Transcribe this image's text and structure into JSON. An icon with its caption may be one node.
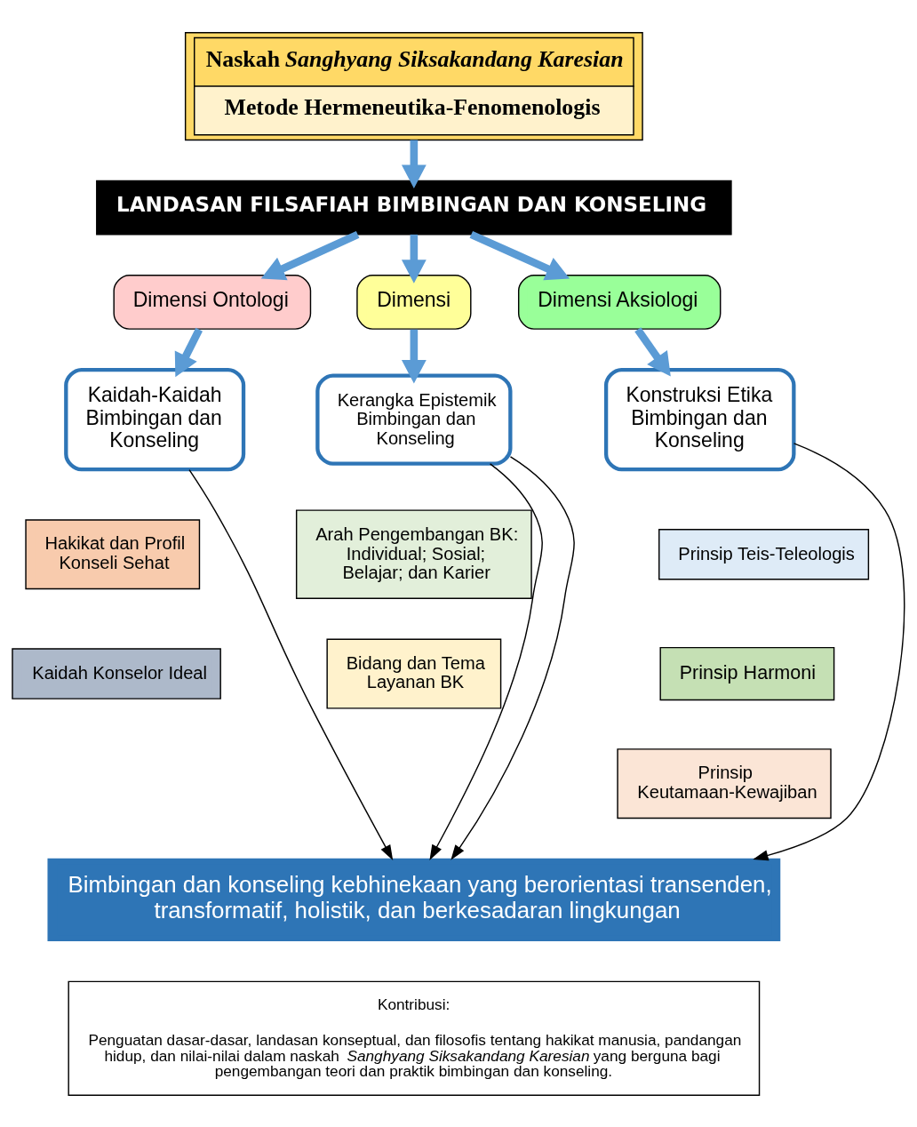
{
  "diagram": {
    "nodes": [
      {
        "text": [
          "Naskah *Sanghyang Siksakandang Karesian*",
          "Metode Hermeneutika-Fenomenologis"
        ]
      },
      {
        "text": [
          "LANDASAN FILSAFIAH BIMBINGAN DAN KONSELING"
        ]
      },
      {
        "text": [
          "Dimensi Ontologi"
        ]
      },
      {
        "text": [
          "Dimensi"
        ]
      },
      {
        "text": [
          "Dimensi Aksiologi"
        ]
      },
      {
        "text": [
          "Kaidah-Kaidah Bimbingan dan Konseling"
        ]
      },
      {
        "text": [
          "Kerangka Epistemik Bimbingan dan Konseling"
        ]
      },
      {
        "text": [
          "Konstruksi Etika Bimbingan dan Konseling"
        ]
      },
      {
        "text": [
          "Hakikat dan Profil Konseli Sehat"
        ]
      },
      {
        "text": [
          "Kaidah Konselor Ideal"
        ]
      },
      {
        "text": [
          "Arah Pengembangan BK: Individual; Sosial; Belajar; dan Karier"
        ]
      },
      {
        "text": [
          "Bidang dan Tema Layanan BK"
        ]
      },
      {
        "text": [
          "Prinsip Teis-Teleologis"
        ]
      },
      {
        "text": [
          "Prinsip Harmoni"
        ]
      },
      {
        "text": [
          "Prinsip Keutamaan-Kewajiban"
        ]
      },
      {
        "text": [
          "Bimbingan dan konseling kebhinekaan yang berorientasi transenden, transformatif, holistik, dan berkesadaran lingkungan"
        ]
      },
      {
        "text": [
          "Kontribusi:",
          "Penguatan dasar-dasar, landasan konseptual, dan filosofis tentang hakikat manusia, pandangan hidup, dan nilai-nilai dalam naskah *Sanghyang Siksakandang Karesian* yang berguna bagi pengembangan teori dan praktik bimbingan dan konseling."
        ]
      }
    ],
    "edges": [
      {
        "from": 0,
        "to": 1,
        "arrow": "to"
      },
      {
        "from": 1,
        "to": 2,
        "arrow": "to"
      },
      {
        "from": 1,
        "to": 3,
        "arrow": "to"
      },
      {
        "from": 1,
        "to": 4,
        "arrow": "to"
      },
      {
        "from": 2,
        "to": 5,
        "arrow": "to"
      },
      {
        "from": 3,
        "to": 6,
        "arrow": "to"
      },
      {
        "from": 4,
        "to": 7,
        "arrow": "to"
      },
      {
        "from": 5,
        "to": 15,
        "arrow": "to",
        "color": "#000000"
      },
      {
        "from": 6,
        "to": 15,
        "arrow": "to",
        "color": "#000000"
      },
      {
        "from": 6,
        "to": 15,
        "arrow": "to",
        "color": "#000000"
      },
      {
        "from": 7,
        "to": 15,
        "arrow": "to",
        "color": "#000000"
      }
    ]
  }
}
